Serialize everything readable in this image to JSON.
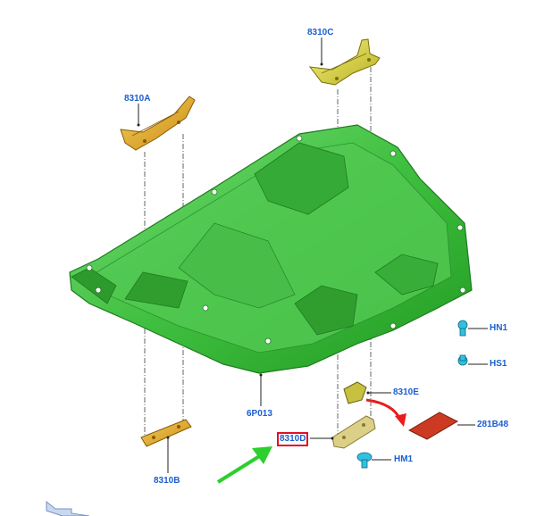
{
  "parts": {
    "p8310a": "8310A",
    "p8310b": "8310B",
    "p8310c": "8310C",
    "p8310d": "8310D",
    "p8310e": "8310E",
    "p6p013": "6P013",
    "p281b48": "281B48",
    "hn1": "HN1",
    "hs1": "HS1",
    "hm1": "HM1"
  },
  "colors": {
    "label_text": "#1a5fd0",
    "shield": "#3fbf3f",
    "bracket": "#e8a820",
    "small_bracket": "#d9c070",
    "clip": "#33c0e0",
    "pad": "#cc3a22",
    "highlight_box": "#e0102a",
    "pointer_arrow": "#2ccf2c",
    "red_arrow": "#e81e1e"
  },
  "icons": {
    "pointer": "green-arrow-icon",
    "motion": "red-curved-arrow-icon",
    "corner": "blue-arrow-icon"
  }
}
